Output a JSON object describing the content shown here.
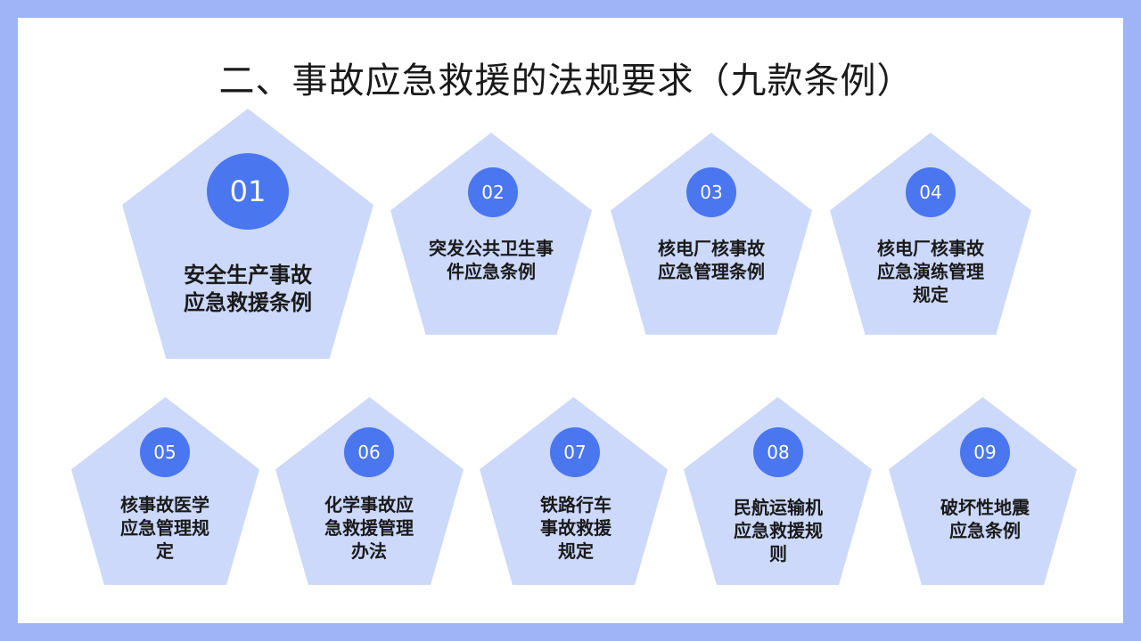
{
  "title": "二、事故应急救援的法规要求（九款条例）",
  "colors": {
    "frame": "#9eb4f7",
    "pentagon": "#ccd9fb",
    "circle": "#4a76f0"
  },
  "items": [
    {
      "num": "01",
      "line1": "安全生产事故",
      "line2": "应急救援条例",
      "line3": ""
    },
    {
      "num": "02",
      "line1": "突发公共卫生事",
      "line2": "件应急条例",
      "line3": ""
    },
    {
      "num": "03",
      "line1": "核电厂核事故",
      "line2": "应急管理条例",
      "line3": ""
    },
    {
      "num": "04",
      "line1": "核电厂核事故",
      "line2": "应急演练管理",
      "line3": "规定"
    },
    {
      "num": "05",
      "line1": "核事故医学",
      "line2": "应急管理规",
      "line3": "定"
    },
    {
      "num": "06",
      "line1": "化学事故应",
      "line2": "急救援管理",
      "line3": "办法"
    },
    {
      "num": "07",
      "line1": "铁路行车",
      "line2": "事故救援",
      "line3": "规定"
    },
    {
      "num": "08",
      "line1": "民航运输机",
      "line2": "应急救援规",
      "line3": "则"
    },
    {
      "num": "09",
      "line1": "破坏性地震",
      "line2": "应急条例",
      "line3": ""
    }
  ]
}
